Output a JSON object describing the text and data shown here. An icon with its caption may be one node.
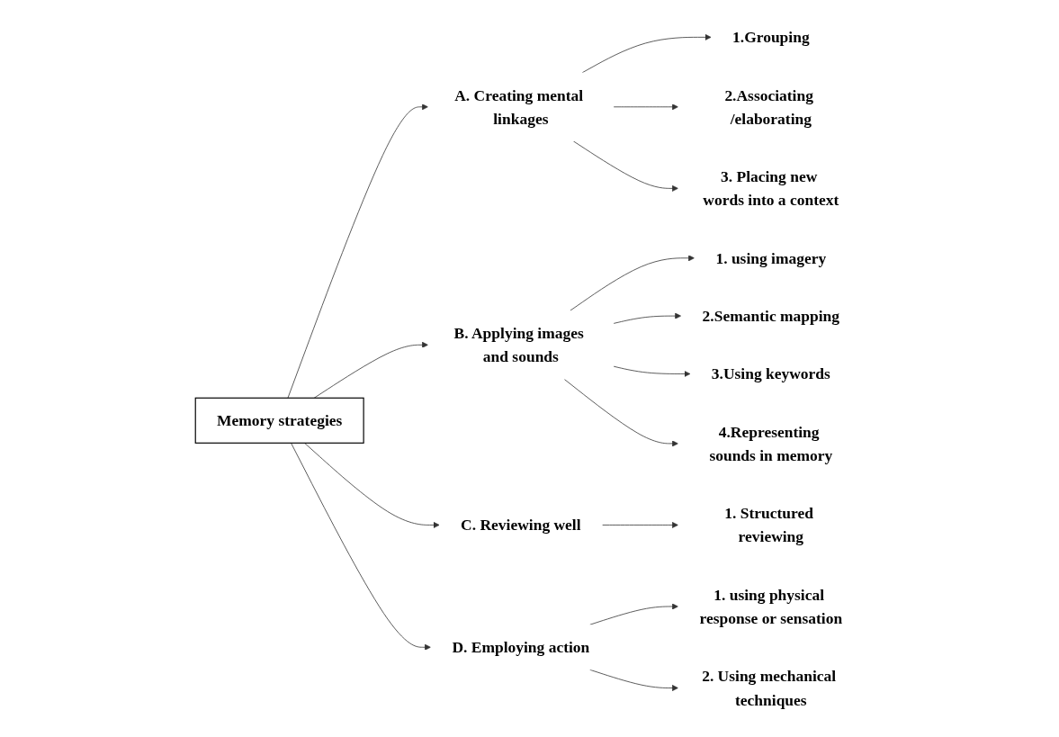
{
  "diagram": {
    "nodes": [
      {
        "text": [
          "Memory strategies"
        ]
      },
      {
        "text": [
          "A. Creating mental linkages"
        ]
      },
      {
        "text": [
          "1.Grouping"
        ]
      },
      {
        "text": [
          "2.Associating /elaborating"
        ]
      },
      {
        "text": [
          "3. Placing new words into a context"
        ]
      },
      {
        "text": [
          "B. Applying images and sounds"
        ]
      },
      {
        "text": [
          "1. using imagery"
        ]
      },
      {
        "text": [
          "2.Semantic mapping"
        ]
      },
      {
        "text": [
          "3.Using keywords"
        ]
      },
      {
        "text": [
          "4.Representing sounds in memory"
        ]
      },
      {
        "text": [
          "C. Reviewing well"
        ]
      },
      {
        "text": [
          "1. Structured reviewing"
        ]
      },
      {
        "text": [
          "D. Employing action"
        ]
      },
      {
        "text": [
          "1. using physical response or sensation"
        ]
      },
      {
        "text": [
          "2. Using mechanical techniques"
        ]
      }
    ],
    "edges": [
      {
        "from": 0,
        "to": 1,
        "arrow": "to"
      },
      {
        "from": 0,
        "to": 5,
        "arrow": "to"
      },
      {
        "from": 0,
        "to": 10,
        "arrow": "to"
      },
      {
        "from": 0,
        "to": 12,
        "arrow": "to"
      },
      {
        "from": 1,
        "to": 2,
        "arrow": "to"
      },
      {
        "from": 1,
        "to": 3,
        "arrow": "to"
      },
      {
        "from": 1,
        "to": 4,
        "arrow": "to"
      },
      {
        "from": 5,
        "to": 6,
        "arrow": "to"
      },
      {
        "from": 5,
        "to": 7,
        "arrow": "to"
      },
      {
        "from": 5,
        "to": 8,
        "arrow": "to"
      },
      {
        "from": 5,
        "to": 9,
        "arrow": "to"
      },
      {
        "from": 10,
        "to": 11,
        "arrow": "to"
      },
      {
        "from": 12,
        "to": 13,
        "arrow": "to"
      },
      {
        "from": 12,
        "to": 14,
        "arrow": "to"
      }
    ]
  }
}
